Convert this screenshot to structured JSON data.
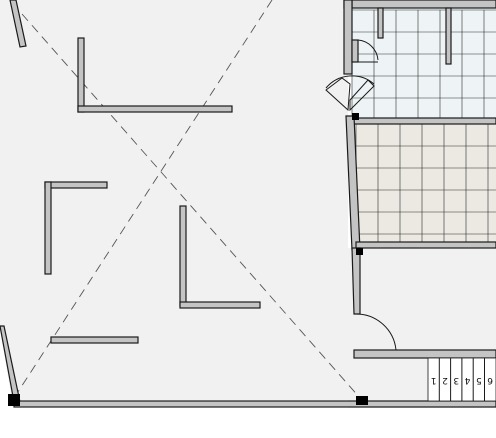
{
  "plan": {
    "colors": {
      "floor_open": "#f1f1f1",
      "floor_tiled_blue": "#eef4f6",
      "floor_tiled_beige": "#ece9e3",
      "wall_fill": "#c4c4c4",
      "wall_stroke": "#1a1a1a",
      "column": "#000000",
      "void_diagonal": "#555555"
    },
    "stairs": {
      "step_numbers": [
        "1",
        "2",
        "3",
        "4",
        "5",
        "6"
      ]
    }
  }
}
